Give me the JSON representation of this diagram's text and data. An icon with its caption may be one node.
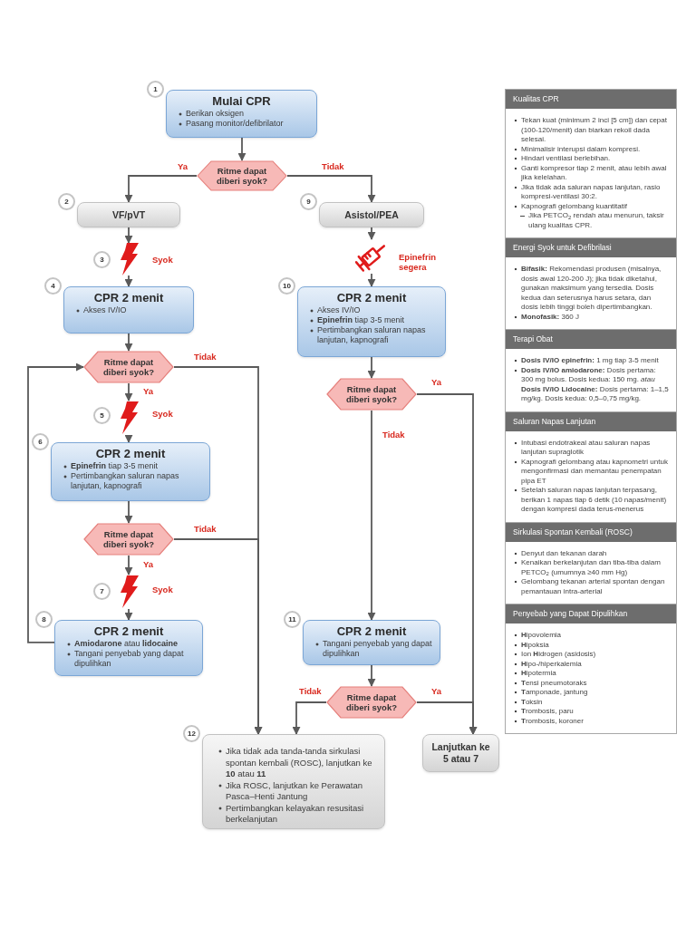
{
  "diagram": {
    "nodes": [
      {
        "text": [
          "Mulai CPR",
          "Berikan oksigen",
          "Pasang monitor/defibrilator"
        ],
        "beside": [
          "1"
        ]
      },
      {
        "text": [
          "Ritme dapat diberi syok?"
        ]
      },
      {
        "text": [
          "VF/pVT"
        ],
        "beside": [
          "2"
        ]
      },
      {
        "text": [],
        "shape": "bolt",
        "beside": [
          "3",
          "Syok"
        ]
      },
      {
        "text": [
          "CPR 2 menit",
          "Akses IV/IO"
        ],
        "beside": [
          "4"
        ]
      },
      {
        "text": [
          "Ritme dapat diberi syok?"
        ]
      },
      {
        "text": [],
        "shape": "bolt",
        "beside": [
          "5",
          "Syok"
        ]
      },
      {
        "text": [
          "CPR 2 menit",
          "**Epinefrin** tiap 3-5 menit",
          "Pertimbangkan saluran napas lanjutan, kapnografi"
        ],
        "beside": [
          "6"
        ]
      },
      {
        "text": [
          "Ritme dapat diberi syok?"
        ]
      },
      {
        "text": [],
        "shape": "bolt",
        "beside": [
          "7",
          "Syok"
        ]
      },
      {
        "text": [
          "CPR 2 menit",
          "**Amiodarone** atau **lidocaine**",
          "Tangani penyebab yang dapat dipulihkan"
        ],
        "beside": [
          "8"
        ]
      },
      {
        "text": [
          "Asistol/PEA"
        ],
        "beside": [
          "9"
        ]
      },
      {
        "text": [],
        "shape": "syringe",
        "beside": [
          "Epinefrin segera"
        ]
      },
      {
        "text": [
          "CPR 2 menit",
          "Akses IV/IO",
          "**Epinefrin** tiap 3-5 menit",
          "Pertimbangkan saluran napas lanjutan, kapnografi"
        ],
        "beside": [
          "10"
        ]
      },
      {
        "text": [
          "Ritme dapat diberi syok?"
        ]
      },
      {
        "text": [
          "CPR 2 menit",
          "Tangani penyebab yang dapat dipulihkan"
        ],
        "beside": [
          "11"
        ]
      },
      {
        "text": [
          "Ritme dapat diberi syok?"
        ]
      },
      {
        "text": [
          "Jika tidak ada tanda-tanda sirkulasi spontan kembali (ROSC), lanjutkan ke **10** atau **11**",
          "Jika ROSC, lanjutkan ke Perawatan Pasca–Henti Jantung",
          "Pertimbangkan kelayakan resusitasi berkelanjutan"
        ],
        "beside": [
          "12"
        ]
      },
      {
        "text": [
          "Lanjutkan ke 5 atau 7"
        ]
      },
      {
        "text": [
          "Kualitas CPR",
          "Tekan kuat (minimum 2 inci [5 cm]) dan cepat (100-120/menit) dan biarkan rekoil dada selesai.",
          "Minimalisir interupsi dalam kompresi.",
          "Hindari ventilasi berlebihan.",
          "Ganti kompresor tiap 2 menit, atau lebih awal jika kelelahan.",
          "Jika tidak ada saluran napas lanjutan, rasio kompresi-ventilasi 30:2.",
          "Kapnografi gelombang kuantitatif",
          "Jika PETCO$_{2}$ rendah atau menurun, taksir ulang kualitas CPR."
        ]
      },
      {
        "text": [
          "Energi Syok untuk Defibrilasi",
          "**Bifasik:** Rekomendasi produsen (misalnya, dosis awal 120-200 J); jika tidak diketahui, gunakan maksimum yang tersedia. Dosis kedua dan seterusnya harus setara, dan dosis lebih tinggi boleh dipertimbangkan.",
          "**Monofasik:** 360 J"
        ]
      },
      {
        "text": [
          "Terapi Obat",
          "**Dosis IV/IO epinefrin:** 1 mg tiap 3-5 menit",
          "**Dosis IV/IO amiodarone:** Dosis pertama: 300 mg bolus. Dosis kedua: 150 mg. *atau* **Dosis IV/IO Lidocaine:** Dosis pertama: 1–1,5 mg/kg. Dosis kedua: 0,5–0,75 mg/kg."
        ]
      },
      {
        "text": [
          "Saluran Napas Lanjutan",
          "Intubasi endotrakeal atau saluran napas lanjutan supraglotik",
          "Kapnografi gelombang atau kapnometri untuk mengonfirmasi dan memantau penempatan pipa ET",
          "Setelah saluran napas lanjutan terpasang, berikan 1 napas tiap 6 detik (10 napas/menit) dengan kompresi dada terus-menerus"
        ]
      },
      {
        "text": [
          "Sirkulasi Spontan Kembali (ROSC)",
          "Denyut dan tekanan darah",
          "Kenaikan berkelanjutan dan tiba-tiba dalam PETCO$_{2}$ (umumnya ≥40 mm Hg)",
          "Gelombang tekanan arterial spontan dengan pemantauan intra-arterial"
        ]
      },
      {
        "text": [
          "Penyebab yang Dapat Dipulihkan",
          "**H**ipovolemia",
          "**H**ipoksia",
          "Ion **H**idrogen (asidosis)",
          "**H**ipo-/hiperkalemia",
          "**H**ipotermia",
          "**T**ensi pneumotoraks",
          "**T**amponade, jantung",
          "**T**oksin",
          "**T**rombosis, paru",
          "**T**rombosis, koroner"
        ]
      }
    ],
    "edges": [
      {
        "from": 0,
        "to": 1,
        "arrow": "to"
      },
      {
        "from": 1,
        "to": 2,
        "arrow": "to",
        "label": "Ya"
      },
      {
        "from": 1,
        "to": 11,
        "arrow": "to",
        "label": "Tidak"
      },
      {
        "from": 2,
        "to": 3,
        "arrow": "to"
      },
      {
        "from": 3,
        "to": 4,
        "arrow": "to"
      },
      {
        "from": 4,
        "to": 5,
        "arrow": "to"
      },
      {
        "from": 5,
        "to": 6,
        "arrow": "to",
        "label": "Ya"
      },
      {
        "from": 6,
        "to": 7,
        "arrow": "to"
      },
      {
        "from": 7,
        "to": 8,
        "arrow": "to"
      },
      {
        "from": 8,
        "to": 9,
        "arrow": "to",
        "label": "Ya"
      },
      {
        "from": 9,
        "to": 10,
        "arrow": "to"
      },
      {
        "from": 10,
        "to": 5,
        "arrow": "to"
      },
      {
        "from": 5,
        "to": 17,
        "arrow": "to",
        "label": "Tidak"
      },
      {
        "from": 8,
        "to": 17,
        "arrow": "to",
        "label": "Tidak"
      },
      {
        "from": 11,
        "to": 12,
        "arrow": "to"
      },
      {
        "from": 12,
        "to": 13,
        "arrow": "to"
      },
      {
        "from": 13,
        "to": 14,
        "arrow": "to"
      },
      {
        "from": 14,
        "to": 15,
        "arrow": "to",
        "label": "Tidak"
      },
      {
        "from": 14,
        "to": 18,
        "arrow": "to",
        "label": "Ya"
      },
      {
        "from": 15,
        "to": 16,
        "arrow": "to"
      },
      {
        "from": 16,
        "to": 17,
        "arrow": "to",
        "label": "Tidak"
      },
      {
        "from": 16,
        "to": 18,
        "arrow": "to",
        "label": "Ya"
      }
    ]
  }
}
